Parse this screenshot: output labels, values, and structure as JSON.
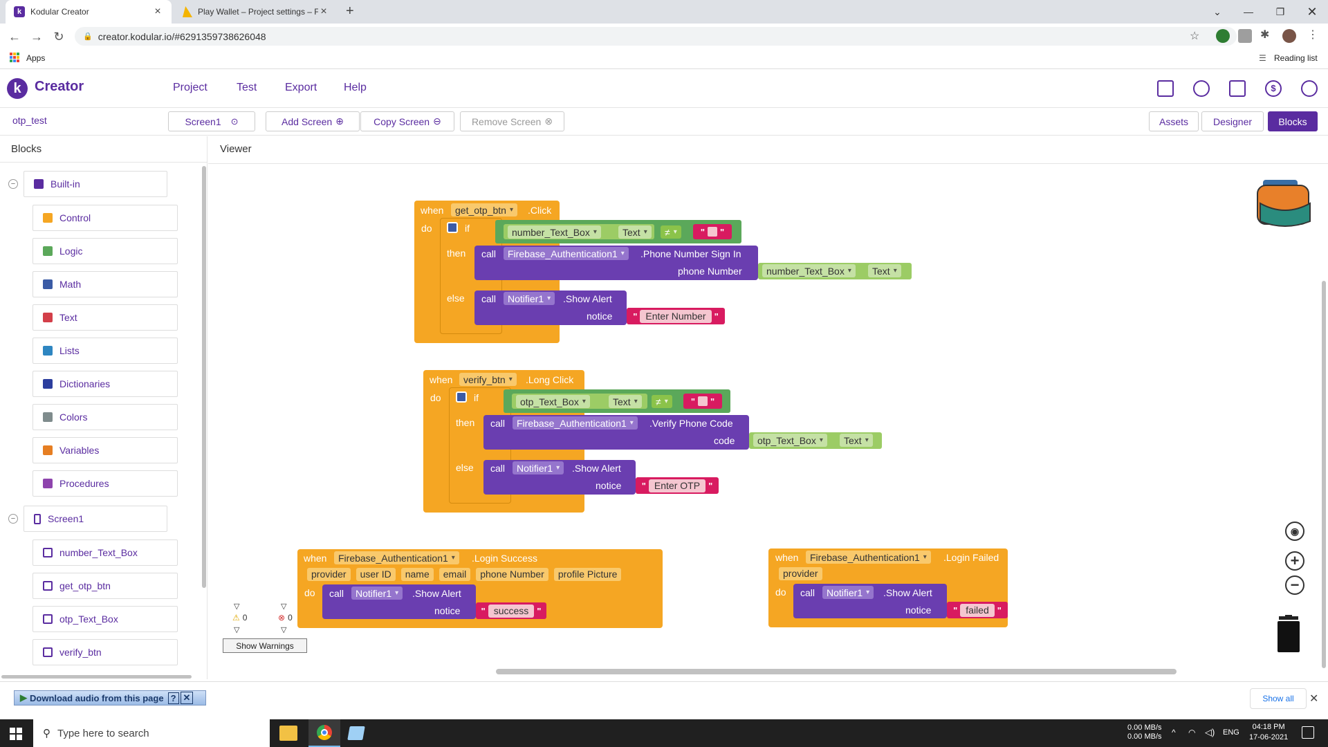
{
  "browser": {
    "tabs": [
      {
        "title": "Kodular Creator",
        "active": true
      },
      {
        "title": "Play Wallet – Project settings – Fi",
        "active": false
      }
    ],
    "url": "creator.kodular.io/#6291359738626048",
    "bookmarks": {
      "apps": "Apps",
      "reading_list": "Reading list"
    }
  },
  "app": {
    "brand": "Creator",
    "menu": [
      "Project",
      "Test",
      "Export",
      "Help"
    ],
    "project_name": "otp_test",
    "screen_selector": "Screen1",
    "add_screen": "Add Screen",
    "copy_screen": "Copy Screen",
    "remove_screen": "Remove Screen",
    "view_tabs": [
      "Assets",
      "Designer",
      "Blocks"
    ],
    "active_view": "Blocks"
  },
  "sidebar": {
    "title": "Blocks",
    "builtin_label": "Built-in",
    "builtin_items": [
      {
        "label": "Control",
        "color": "#f5a623"
      },
      {
        "label": "Logic",
        "color": "#5ba85a"
      },
      {
        "label": "Math",
        "color": "#3b5ba5"
      },
      {
        "label": "Text",
        "color": "#d33f49"
      },
      {
        "label": "Lists",
        "color": "#2e86c1"
      },
      {
        "label": "Dictionaries",
        "color": "#2c3e9e"
      },
      {
        "label": "Colors",
        "color": "#7f8c8d"
      },
      {
        "label": "Variables",
        "color": "#e67e22"
      },
      {
        "label": "Procedures",
        "color": "#8e44ad"
      }
    ],
    "screen_label": "Screen1",
    "screen_items": [
      {
        "label": "number_Text_Box"
      },
      {
        "label": "get_otp_btn"
      },
      {
        "label": "otp_Text_Box"
      },
      {
        "label": "verify_btn"
      }
    ]
  },
  "viewer": {
    "title": "Viewer",
    "words": {
      "when": "when",
      "do": "do",
      "if": "if",
      "then": "then",
      "else": "else",
      "call": "call",
      "text_prop": "Text",
      "neq": "≠",
      "dot": "."
    },
    "block1": {
      "component": "get_otp_btn",
      "event": ".Click",
      "cond_component": "number_Text_Box",
      "then_component": "Firebase_Authentication1",
      "then_method": ".Phone Number Sign In",
      "then_param": "phone Number",
      "arg_component": "number_Text_Box",
      "else_component": "Notifier1",
      "else_method": ".Show Alert",
      "else_param": "notice",
      "else_string": "Enter Number"
    },
    "block2": {
      "component": "verify_btn",
      "event": ".Long Click",
      "cond_component": "otp_Text_Box",
      "then_component": "Firebase_Authentication1",
      "then_method": ".Verify Phone Code",
      "then_param": "code",
      "arg_component": "otp_Text_Box",
      "else_component": "Notifier1",
      "else_method": ".Show Alert",
      "else_param": "notice",
      "else_string": "Enter OTP"
    },
    "block3": {
      "component": "Firebase_Authentication1",
      "event": ".Login Success",
      "params": [
        "provider",
        "user ID",
        "name",
        "email",
        "phone Number",
        "profile Picture"
      ],
      "call_component": "Notifier1",
      "call_method": ".Show Alert",
      "call_param": "notice",
      "call_string": "success"
    },
    "block4": {
      "component": "Firebase_Authentication1",
      "event": ".Login Failed",
      "params": [
        "provider"
      ],
      "call_component": "Notifier1",
      "call_method": ".Show Alert",
      "call_param": "notice",
      "call_string": "failed"
    },
    "warnings_count": "0",
    "errors_count": "0",
    "show_warnings": "Show Warnings"
  },
  "download_bar": {
    "audio_button": "Download audio from this page",
    "show_all": "Show all"
  },
  "taskbar": {
    "search_placeholder": "Type here to search",
    "net_up": "0.00 MB/s",
    "net_down": "0.00 MB/s",
    "lang": "ENG",
    "time": "04:18 PM",
    "date": "17-06-2021"
  },
  "colors": {
    "event": "#f5a623",
    "control": "#f5a623",
    "logic": "#5ba85a",
    "text_prop": "#9ccc65",
    "method": "#6a3eb0",
    "string": "#d81b60",
    "brand": "#5a2ca0"
  }
}
